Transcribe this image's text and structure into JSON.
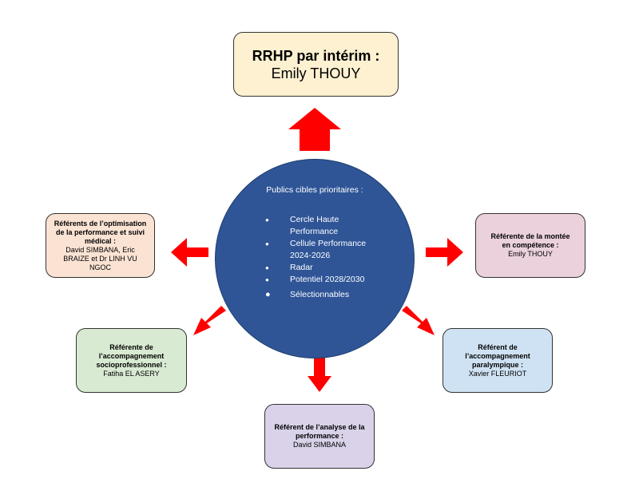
{
  "diagram": {
    "center": {
      "heading": "Publics cibles prioritaires :",
      "items": [
        "Cercle Haute Performance",
        "Cellule Performance 2024-2026",
        "Radar",
        "Potentiel 2028/2030",
        "Sélectionnables"
      ],
      "color": "#2f5597"
    },
    "top": {
      "title": "RRHP par intérim :",
      "name": "Emily THOUY",
      "color": "#fdf1d1"
    },
    "left": {
      "title": "Référents de l’optimisation de la performance et suivi médical :",
      "name": "David SIMBANA, Eric BRAIZE et Dr LINH VU NGOC",
      "color": "#fbe3d4"
    },
    "right": {
      "title": "Référente de la montée en compétence :",
      "name": "Emily THOUY",
      "color": "#ead1dc"
    },
    "bottom_left": {
      "title": "Référente de l’accompagnement socioprofessionnel :",
      "name": "Fatiha EL ASERY",
      "color": "#d9ead3"
    },
    "bottom_right": {
      "title": "Référent de l’accompagnement paralympique :",
      "name": "Xavier FLEURIOT",
      "color": "#cfe2f3"
    },
    "bottom": {
      "title": "Référent de l’analyse de la performance :",
      "name": "David SIMBANA",
      "color": "#d9d2e9"
    },
    "arrow_color": "#ff0000"
  }
}
